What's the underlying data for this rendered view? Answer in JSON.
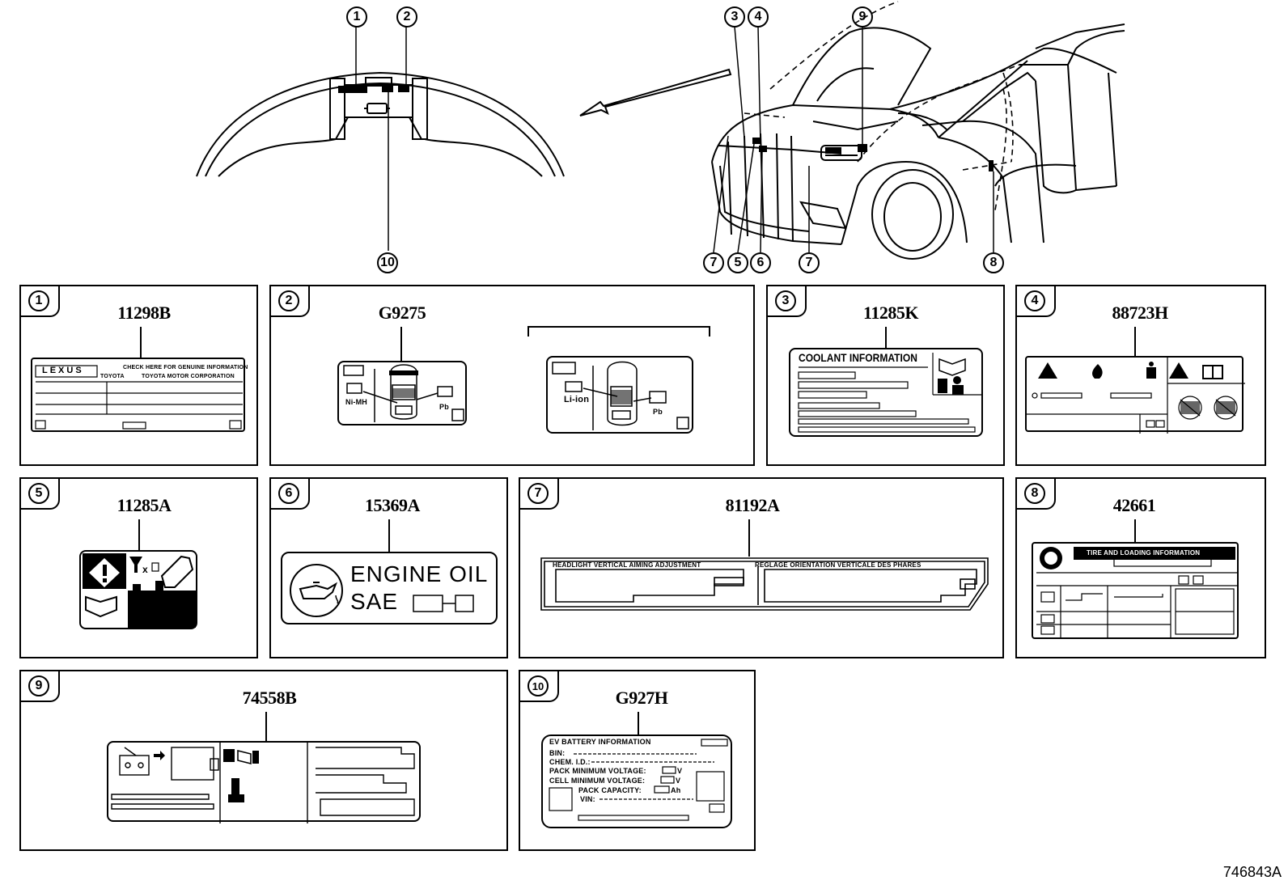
{
  "callouts": {
    "top": [
      "1",
      "2",
      "3",
      "4",
      "9"
    ],
    "bottom_left": "10",
    "bottom_right": [
      "7",
      "5",
      "6",
      "7",
      "8"
    ]
  },
  "panels": [
    {
      "num": "1",
      "part": "11298B"
    },
    {
      "num": "2",
      "part": "G9275"
    },
    {
      "num": "3",
      "part": "11285K"
    },
    {
      "num": "4",
      "part": "88723H"
    },
    {
      "num": "5",
      "part": "11285A"
    },
    {
      "num": "6",
      "part": "15369A"
    },
    {
      "num": "7",
      "part": "81192A"
    },
    {
      "num": "8",
      "part": "42661"
    },
    {
      "num": "9",
      "part": "74558B"
    },
    {
      "num": "10",
      "part": "G927H"
    }
  ],
  "label1": {
    "brand": "LEXUS",
    "maker": "TOYOTA",
    "text1": "CHECK HERE FOR GENUINE INFORMATION",
    "text2": "TOYOTA MOTOR CORPORATION"
  },
  "label2": {
    "nimh": "Ni-MH",
    "pb": "Pb",
    "liion": "Li-ion",
    "pb2": "Pb"
  },
  "label3": {
    "title": "COOLANT INFORMATION"
  },
  "label6": {
    "line1": "ENGINE  OIL",
    "line2": "SAE"
  },
  "label7": {
    "left": "HEADLIGHT VERTICAL AIMING ADJUSTMENT",
    "right": "REGLAGE ORIENTATION VERTICALE DES PHARES"
  },
  "label8": {
    "title": "TIRE AND LOADING INFORMATION"
  },
  "label10": {
    "title": "EV BATTERY INFORMATION",
    "bin": "BIN:",
    "chem": "CHEM. I.D.:",
    "packmin": "PACK MINIMUM VOLTAGE:",
    "cellmin": "CELL MINIMUM VOLTAGE:",
    "packcap": "PACK CAPACITY:",
    "vin": "VIN:",
    "v1": "V",
    "v2": "V",
    "ah": "Ah"
  },
  "figure_id": "746843A"
}
